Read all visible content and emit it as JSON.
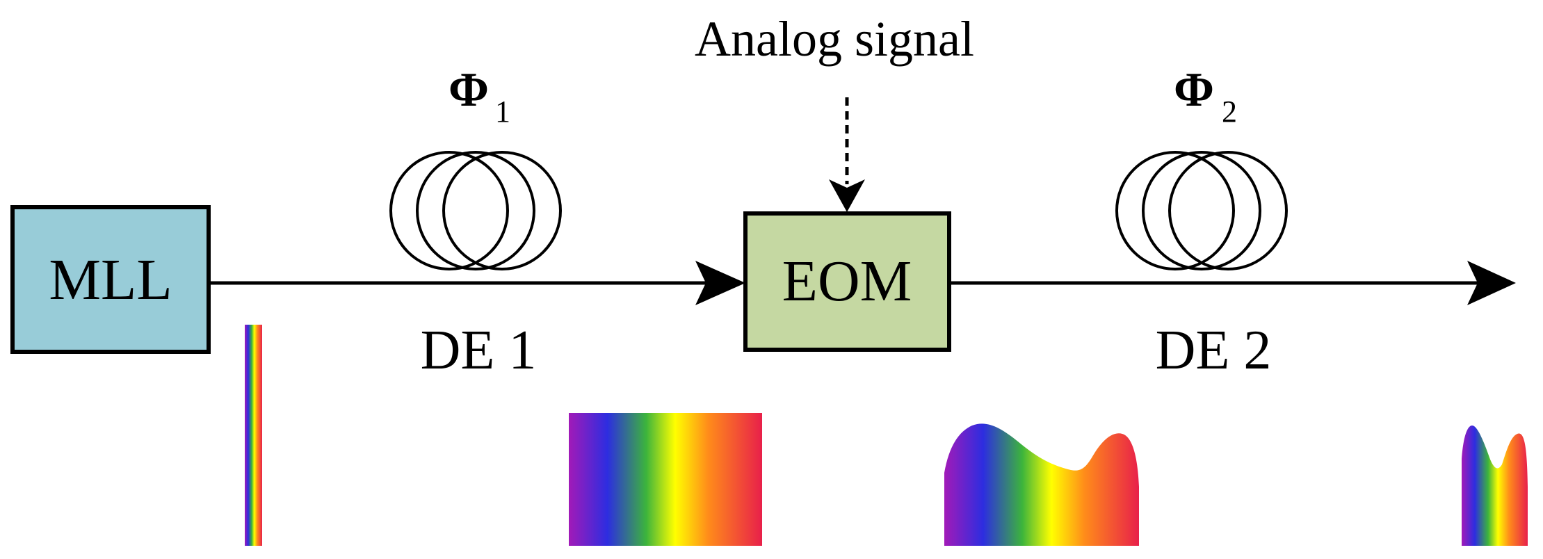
{
  "blocks": {
    "mll": {
      "label": "MLL",
      "fill": "#98ccd8"
    },
    "eom": {
      "label": "EOM",
      "fill": "#c5d8a2"
    }
  },
  "stages": {
    "de1": {
      "label": "DE 1",
      "phase_symbol": "Φ",
      "phase_subscript": "1"
    },
    "de2": {
      "label": "DE 2",
      "phase_symbol": "Φ",
      "phase_subscript": "2"
    }
  },
  "signal": {
    "label": "Analog signal"
  },
  "colors": {
    "stroke": "#000000",
    "spectrum": [
      "#a21ab8",
      "#2d2de0",
      "#3cb43c",
      "#ffff00",
      "#ff8c1a",
      "#e8204a"
    ]
  }
}
